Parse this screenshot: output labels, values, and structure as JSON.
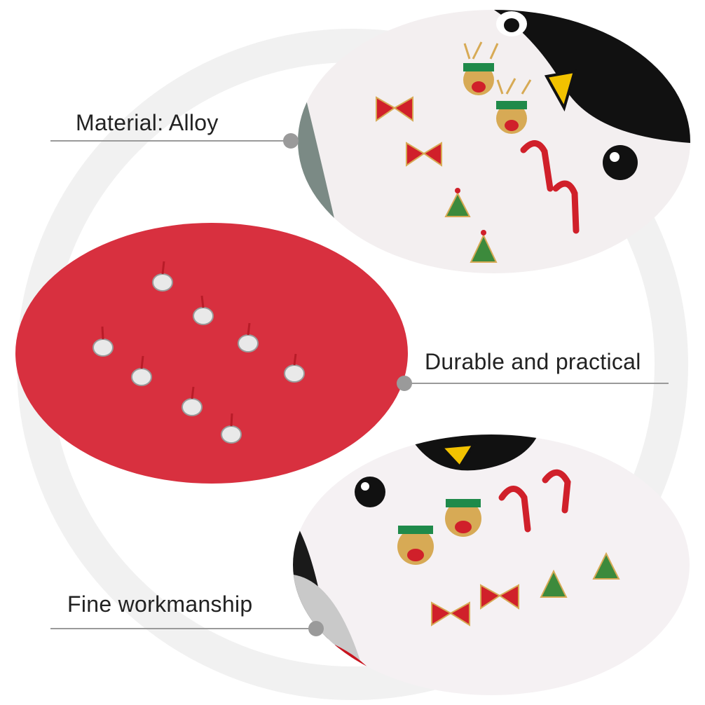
{
  "labels": {
    "top": "Material: Alloy",
    "middle": "Durable and practical",
    "bottom": "Fine workmanship"
  },
  "colors": {
    "accent_gray": "#9a9a9a",
    "red_board": "#d8303f",
    "penguin_black": "#111111",
    "beak_yellow": "#f2c200",
    "enamel_red": "#d0202a",
    "gold": "#d7aa55",
    "tree_green": "#3c8a3c",
    "hat_green": "#1f8a4a"
  }
}
